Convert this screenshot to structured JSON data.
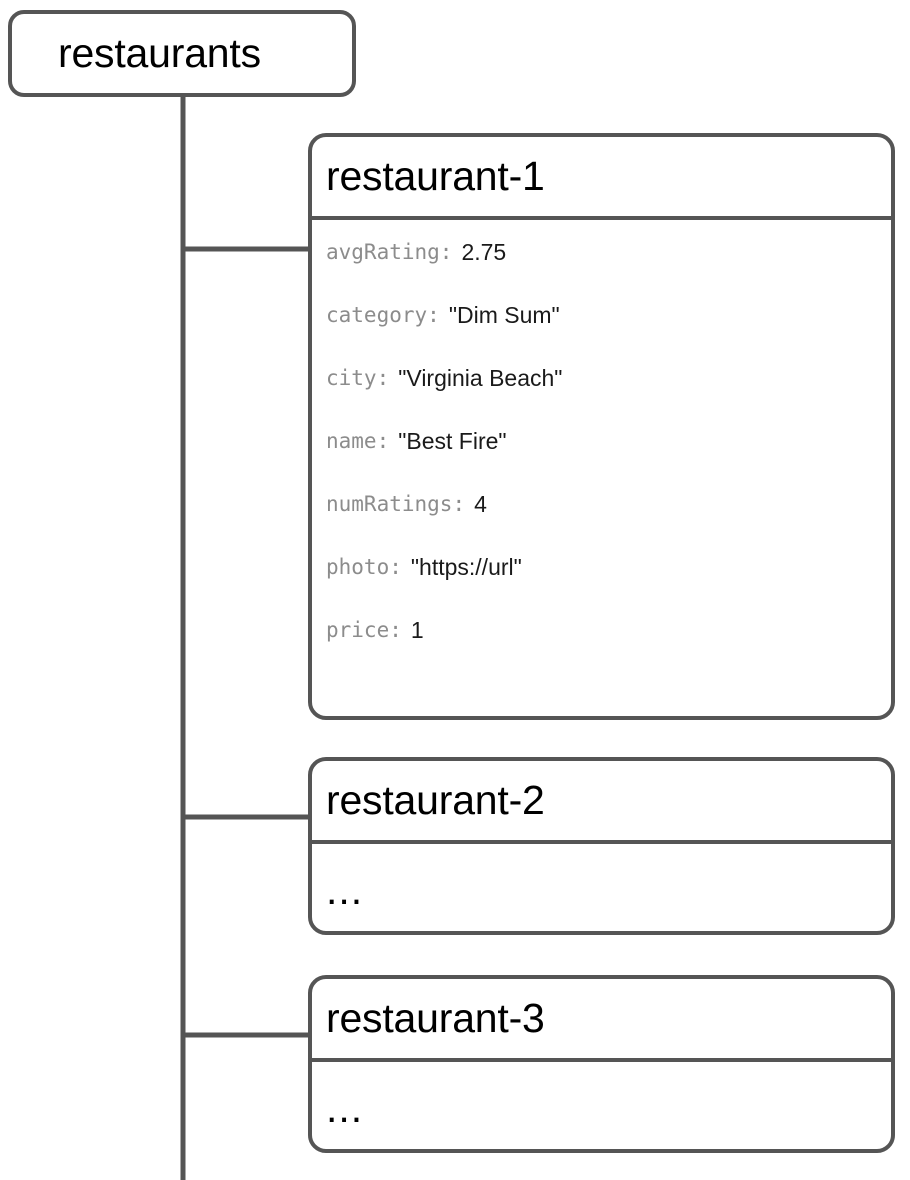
{
  "diagram": {
    "type": "tree",
    "title": "restaurants collection document tree",
    "colors": {
      "line": "#555555",
      "key_text": "#8c8c8c",
      "value_text": "#1a1a1a",
      "title_text": "#000000",
      "background": "#ffffff"
    }
  },
  "root": {
    "label": "restaurants"
  },
  "documents": [
    {
      "id": "restaurant-1",
      "state": "expanded",
      "fields": [
        {
          "key": "avgRating",
          "colon": ":",
          "value": "2.75"
        },
        {
          "key": "category",
          "colon": ":",
          "value": "\"Dim Sum\""
        },
        {
          "key": "city",
          "colon": ":",
          "value": "\"Virginia Beach\""
        },
        {
          "key": "name",
          "colon": ":",
          "value": "\"Best Fire\""
        },
        {
          "key": "numRatings",
          "colon": ":",
          "value": "4"
        },
        {
          "key": "photo",
          "colon": ":",
          "value": "\"https://url\""
        },
        {
          "key": "price",
          "colon": ":",
          "value": "1"
        }
      ]
    },
    {
      "id": "restaurant-2",
      "state": "collapsed",
      "placeholder": "..."
    },
    {
      "id": "restaurant-3",
      "state": "collapsed",
      "placeholder": "..."
    }
  ]
}
